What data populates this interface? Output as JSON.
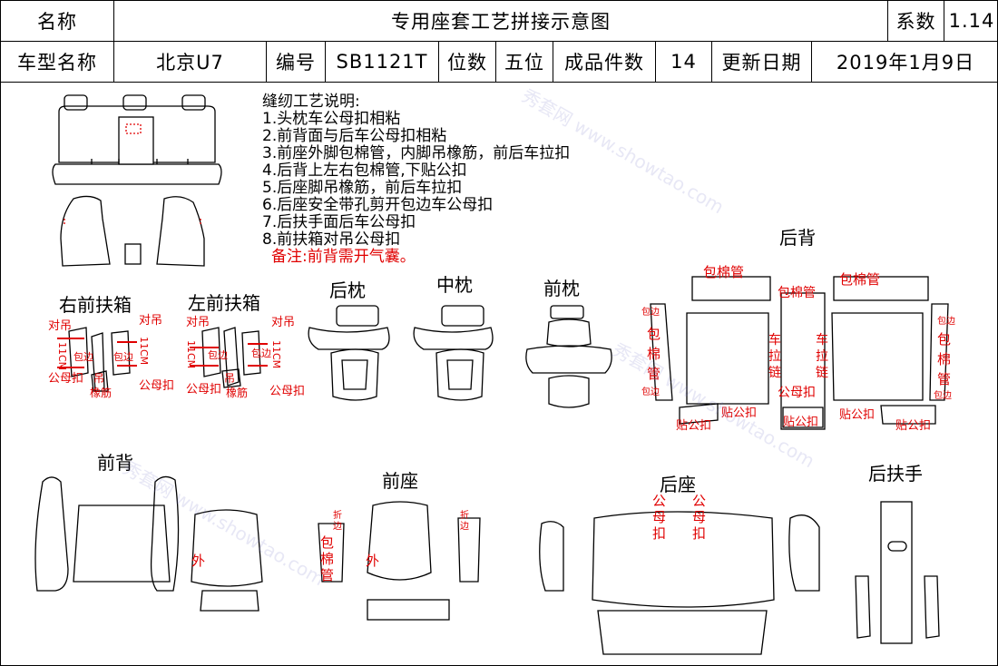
{
  "header": {
    "name_label": "名称",
    "title": "专用座套工艺拼接示意图",
    "coef_label": "系数",
    "coef_value": "1.14",
    "model_label": "车型名称",
    "model_value": "北京U7",
    "code_label": "编号",
    "code_value": "SB1121T",
    "seats_label": "位数",
    "seats_value": "五位",
    "pieces_label": "成品件数",
    "pieces_value": "14",
    "date_label": "更新日期",
    "date_value": "2019年1月9日"
  },
  "notes": {
    "title": "缝纫工艺说明:",
    "items": [
      "1.头枕车公母扣相粘",
      "2.前背面与后车公母扣相粘",
      "3.前座外脚包棉管，内脚吊橡筋，前后车拉扣",
      "4.后背上左右包棉管,下贴公扣",
      "5.后座脚吊橡筋，前后车拉扣",
      "6.后座安全带孔剪开包边车公母扣",
      "7.后扶手面后车公母扣",
      "8.前扶箱对吊公母扣"
    ],
    "remark": "备注:前背需开气囊。"
  },
  "sections": {
    "right_front_box": "右前扶箱",
    "left_front_box": "左前扶箱",
    "rear_headrest": "后枕",
    "middle_headrest": "中枕",
    "front_headrest": "前枕",
    "rear_back": "后背",
    "front_back": "前背",
    "front_seat": "前座",
    "rear_seat": "后座",
    "rear_armrest": "后扶手"
  },
  "annotations": {
    "duidiao": "对吊",
    "eleven_cm": "11CM",
    "gongmukou": "公母扣",
    "baobian": "包边",
    "diao": "吊",
    "xiangjin": "橡筋",
    "baomianguan": "包棉管",
    "bao": "包",
    "mian": "棉",
    "guan": "管",
    "che": "车",
    "la": "拉",
    "lian": "链",
    "tiegongkou": "贴公扣",
    "wai": "外",
    "zhe": "折",
    "bian": "边",
    "gong": "公",
    "mu": "母",
    "kou": "扣"
  },
  "watermark": "秀套网 www.showtao.com",
  "colors": {
    "red": "#e00000",
    "line": "#000000"
  }
}
